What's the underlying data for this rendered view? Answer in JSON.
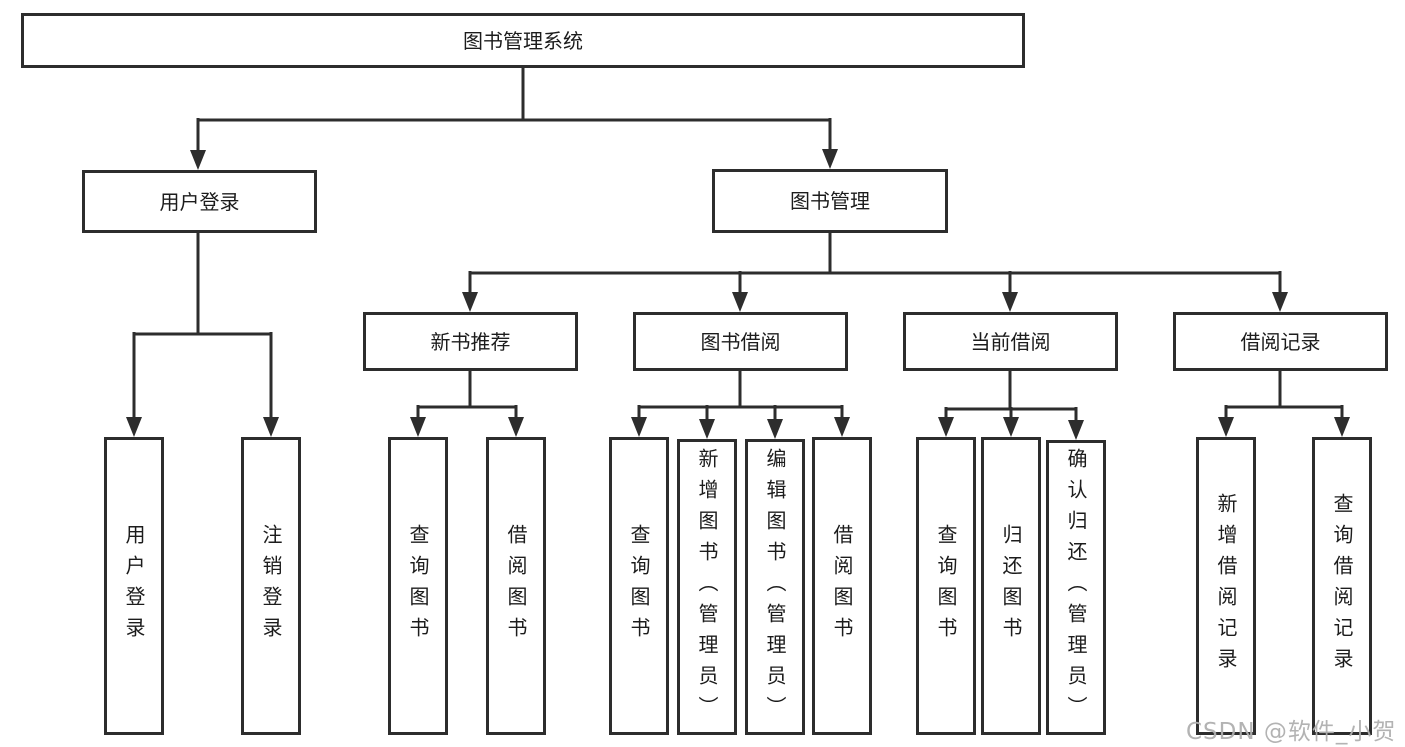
{
  "diagram": {
    "colors": {
      "line": "#2d2d2d",
      "text": "#1c1c1c",
      "watermark": "#afafaf",
      "box_bg": "#ffffff"
    },
    "root": {
      "label": "图书管理系统"
    },
    "level2": [
      {
        "label": "用户登录"
      },
      {
        "label": "图书管理"
      }
    ],
    "level3": [
      {
        "label": "新书推荐"
      },
      {
        "label": "图书借阅"
      },
      {
        "label": "当前借阅"
      },
      {
        "label": "借阅记录"
      }
    ],
    "leaves": {
      "user_login": [
        {
          "label": "用户登录"
        },
        {
          "label": "注销登录"
        }
      ],
      "new_books": [
        {
          "label": "查询图书"
        },
        {
          "label": "借阅图书"
        }
      ],
      "book_borrow": [
        {
          "label": "查询图书"
        },
        {
          "label": "新增图书（管理员）"
        },
        {
          "label": "编辑图书（管理员）"
        },
        {
          "label": "借阅图书"
        }
      ],
      "current_borrow": [
        {
          "label": "查询图书"
        },
        {
          "label": "归还图书"
        },
        {
          "label": "确认归还（管理员）"
        }
      ],
      "borrow_records": [
        {
          "label": "新增借阅记录"
        },
        {
          "label": "查询借阅记录"
        }
      ]
    },
    "watermark": "CSDN @软件_小贺同学"
  }
}
